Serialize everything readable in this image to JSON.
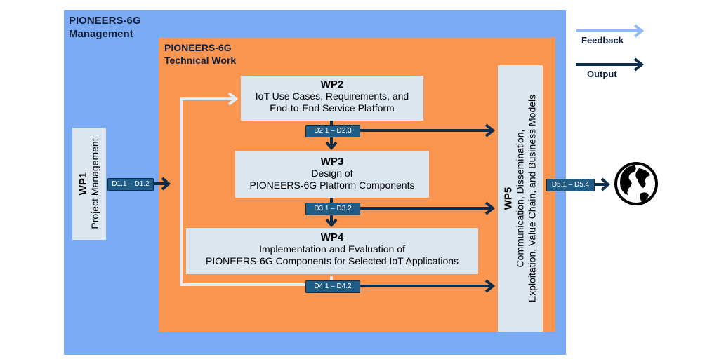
{
  "management": {
    "title_line1": "PIONEERS-6G",
    "title_line2": "Management"
  },
  "technical": {
    "title_line1": "PIONEERS-6G",
    "title_line2": "Technical Work"
  },
  "wp1": {
    "title": "WP1",
    "subtitle": "Project Management",
    "deliverables": "D1.1 – D1.2"
  },
  "wp2": {
    "title": "WP2",
    "line1": "IoT Use Cases, Requirements, and",
    "line2": "End-to-End Service Platform",
    "deliverables": "D2.1 – D2.3"
  },
  "wp3": {
    "title": "WP3",
    "line1": "Design of",
    "line2": "PIONEERS-6G Platform Components",
    "deliverables": "D3.1 – D3.2"
  },
  "wp4": {
    "title": "WP4",
    "line1": "Implementation and Evaluation of",
    "line2": "PIONEERS-6G Components for Selected IoT Applications",
    "deliverables": "D4.1 – D4.2"
  },
  "wp5": {
    "title": "WP5",
    "line1": "Communication, Dissemination,",
    "line2": "Exploitation, Value Chain, and Business Models",
    "deliverables": "D5.1 – D5.4"
  },
  "legend": {
    "feedback": "Feedback",
    "output": "Output"
  },
  "colors": {
    "management_bg": "#7aaaf4",
    "technical_bg": "#f9954e",
    "box_bg": "#dce6ef",
    "output_arrow": "#0d2c49",
    "feedback_arrow": "#8fb8f5",
    "deliverable_tag": "#1f5c86"
  },
  "icons": {
    "world": "globe-icon"
  }
}
